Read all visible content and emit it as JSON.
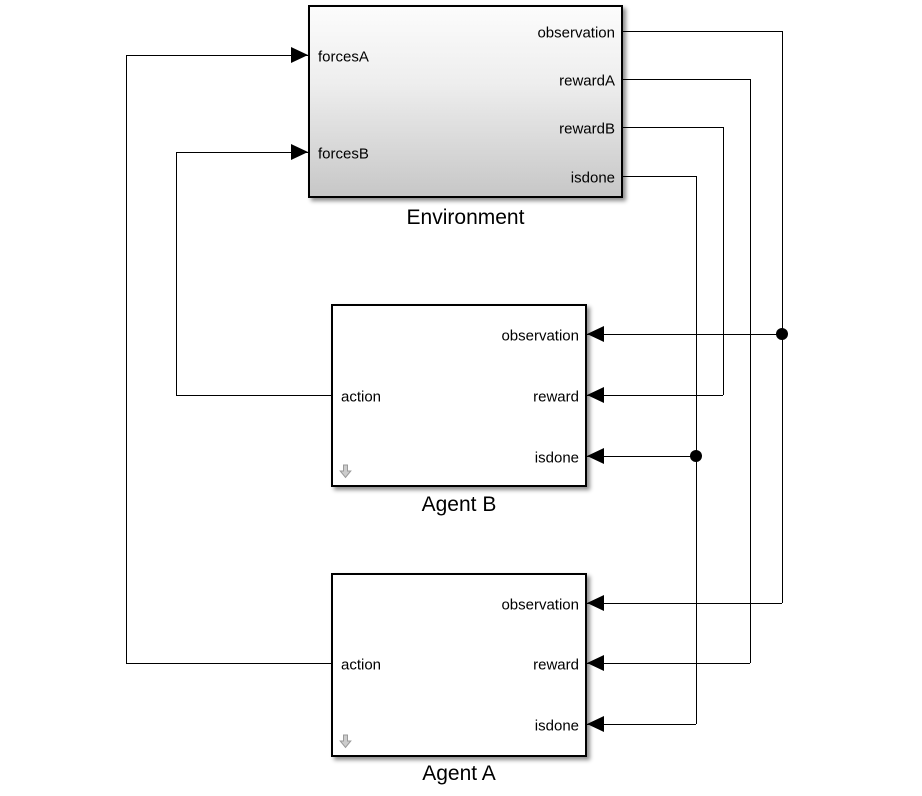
{
  "blocks": {
    "environment": {
      "name": "Environment",
      "input_ports": [
        "forcesA",
        "forcesB"
      ],
      "output_ports": [
        "observation",
        "rewardA",
        "rewardB",
        "isdone"
      ]
    },
    "agent_b": {
      "name": "Agent B",
      "input_ports": [
        "observation",
        "reward",
        "isdone"
      ],
      "output_ports": [
        "action"
      ],
      "badge_icon": "mask-down-arrow"
    },
    "agent_a": {
      "name": "Agent A",
      "input_ports": [
        "observation",
        "reward",
        "isdone"
      ],
      "output_ports": [
        "action"
      ],
      "badge_icon": "mask-down-arrow"
    }
  },
  "colors": {
    "background": "#ffffff",
    "wire": "#000000",
    "block_border": "#000000",
    "environment_fill_top": "#fcfcfc",
    "environment_fill_bottom": "#c7c7c7",
    "agent_fill": "#ffffff",
    "badge_fill": "#cccccc",
    "badge_stroke": "#9a9a9a"
  }
}
